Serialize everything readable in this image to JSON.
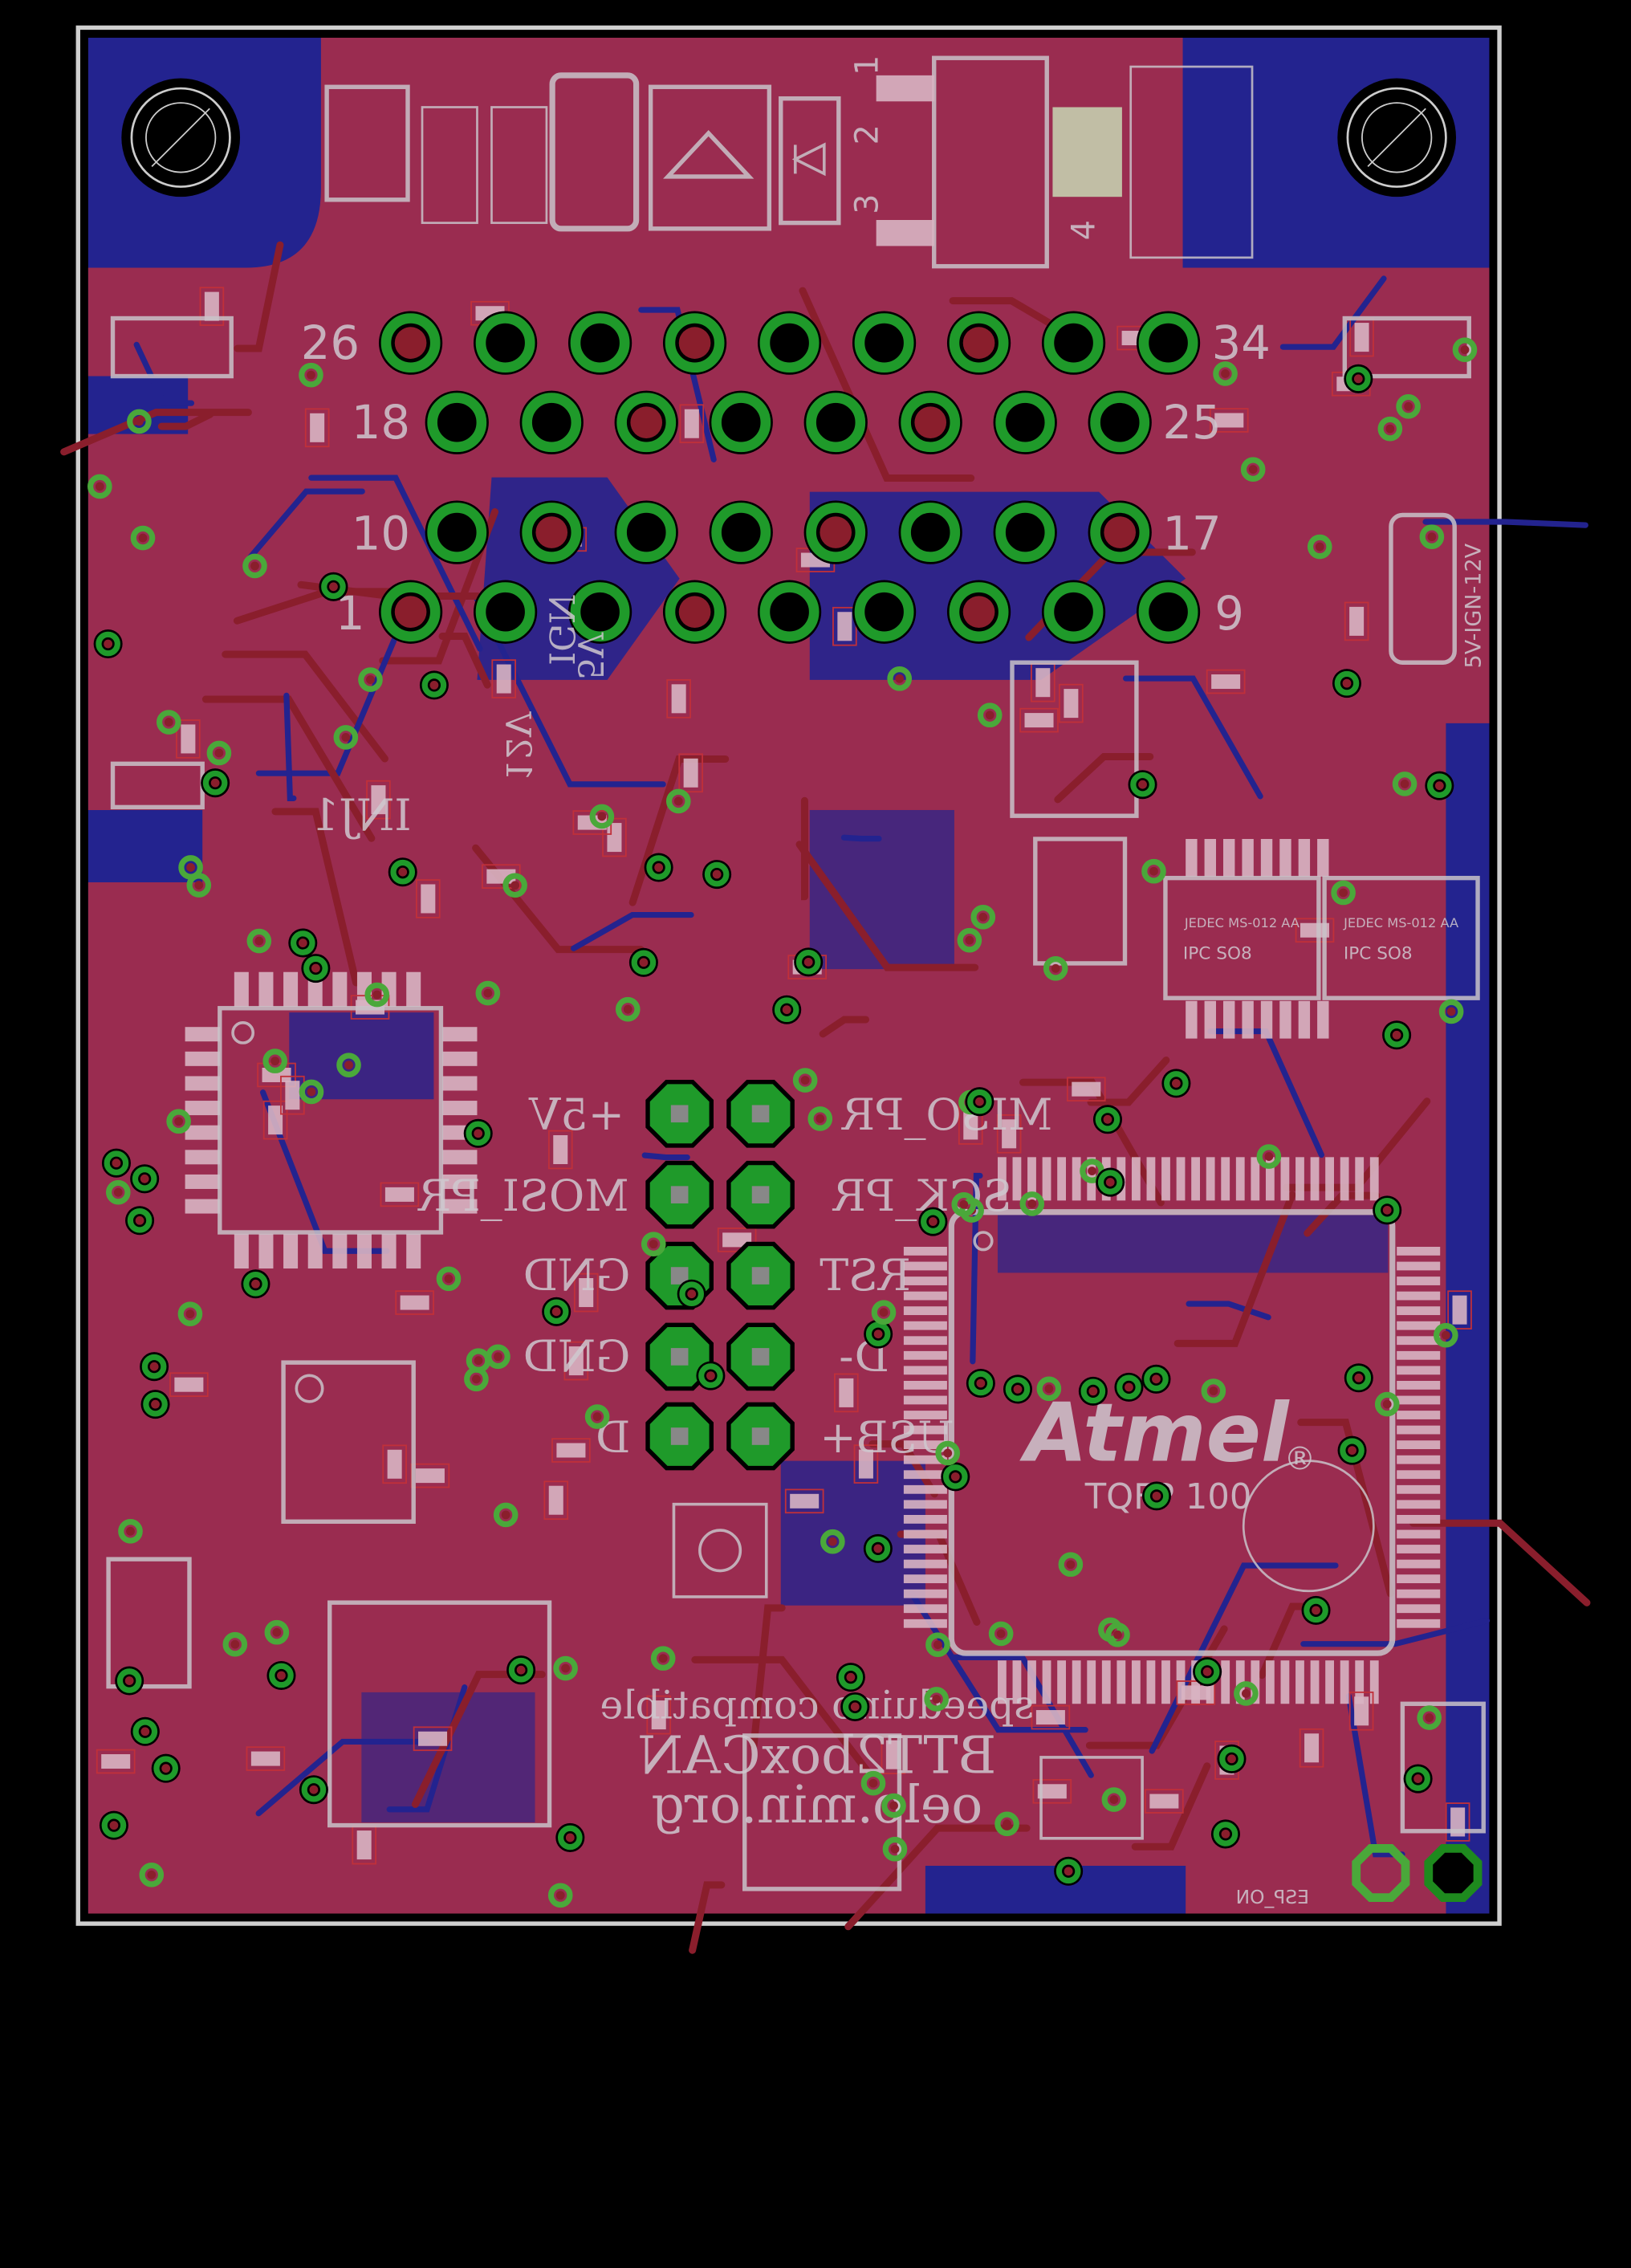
{
  "view": {
    "background": "#000000",
    "board_outline_color": "#d0d0d0",
    "top_copper_color": "#9a2c50",
    "bottom_copper_color": "#23238f",
    "via_color": "#4aa83a",
    "pad_color": "#d8b4c2"
  },
  "connector": {
    "row_labels": {
      "r1_left": "26",
      "r1_right": "34",
      "r2_left": "18",
      "r2_right": "25",
      "r3_left": "10",
      "r3_right": "17",
      "r4_left": "1",
      "r4_right": "9"
    }
  },
  "regulator_pins": {
    "p1": "1",
    "p2": "2",
    "p3": "3",
    "p4": "4"
  },
  "labels": {
    "power_select": "5V-IGN-12V",
    "inj": "INJ1",
    "v5": "5V",
    "ign": "IGN",
    "v12": "12V",
    "plus5v": "+5V",
    "mosi_pr": "MOSI_PR",
    "gnd1": "GND",
    "gnd2": "GND",
    "d": "D",
    "miso_pr": "MISO_PR",
    "sck_pr": "SCK_PR",
    "rst": "RST",
    "d_minus": "D-",
    "usb_plus": "USB+",
    "esp_on": "ESP_ON"
  },
  "packages": {
    "so8_a_jedec": "JEDEC MS-012 AA",
    "so8_a_ipc": "IPC SO8",
    "so8_b_jedec": "JEDEC MS-012 AA",
    "so8_b_ipc": "IPC SO8",
    "mcu": "TQFP 100",
    "mcu_logo": "Atmel",
    "registered": "®"
  },
  "branding": {
    "line1": "speeduino compatible",
    "line2": "BTT2boxCAN",
    "line3": "oelo.min.org"
  }
}
